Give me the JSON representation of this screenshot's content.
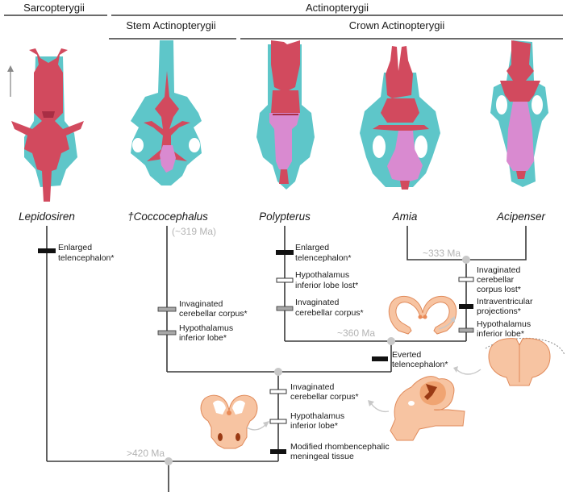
{
  "headers": {
    "sarcopterygii": "Sarcopterygii",
    "actinopterygii": "Actinopterygii",
    "stem": "Stem Actinopterygii",
    "crown": "Crown Actinopterygii"
  },
  "taxa": [
    {
      "name": "Lepidosiren"
    },
    {
      "name": "†Coccocephalus"
    },
    {
      "name": "Polypterus"
    },
    {
      "name": "Amia"
    },
    {
      "name": "Acipenser"
    }
  ],
  "orientation_arrow": "up-arrow (anterior)",
  "ages": {
    "coccocephalus": "(~319 Ma)",
    "amia_acipenser": "~333 Ma",
    "polypterus_crown": "~360 Ma",
    "root": ">420 Ma"
  },
  "traits": {
    "lepidosiren": [
      {
        "line1": "Enlarged",
        "line2": "telencephalon*",
        "type": "black"
      }
    ],
    "coccocephalus": [
      {
        "line1": "Invaginated",
        "line2": "cerebellar corpus*",
        "type": "grey"
      },
      {
        "line1": "Hypothalamus",
        "line2": "inferior lobe*",
        "type": "grey"
      }
    ],
    "polypterus": [
      {
        "line1": "Enlarged",
        "line2": "telencephalon*",
        "type": "black"
      },
      {
        "line1": "Hypothalamus",
        "line2": "inferior lobe lost*",
        "type": "open"
      },
      {
        "line1": "Invaginated",
        "line2": "cerebellar corpus*",
        "type": "grey"
      }
    ],
    "amia_acipenser": [
      {
        "line1": "Invaginated",
        "line2": "cerebellar",
        "line3": "corpus lost*",
        "type": "open"
      },
      {
        "line1": "Intraventricular",
        "line2": "projections*",
        "type": "black"
      },
      {
        "line1": "Hypothalamus",
        "line2": "inferior lobe*",
        "type": "grey"
      }
    ],
    "crown": [
      {
        "line1": "Everted",
        "line2": "telencephalon*",
        "type": "black"
      }
    ],
    "actinopterygii": [
      {
        "line1": "Invaginated",
        "line2": "cerebellar corpus*",
        "type": "open"
      },
      {
        "line1": "Hypothalamus",
        "line2": "inferior lobe*",
        "type": "open"
      },
      {
        "line1": "Modified rhombencephalic",
        "line2": "meningeal tissue",
        "type": "black"
      }
    ]
  },
  "legend_colors": {
    "skull_endocast": "#5ec6c9",
    "brain": "#d24a5e",
    "hindbrain": "#d98ad0",
    "illustration": "#f7c4a2",
    "node": "#c8c8c8",
    "age_text": "#b4b4b4"
  }
}
